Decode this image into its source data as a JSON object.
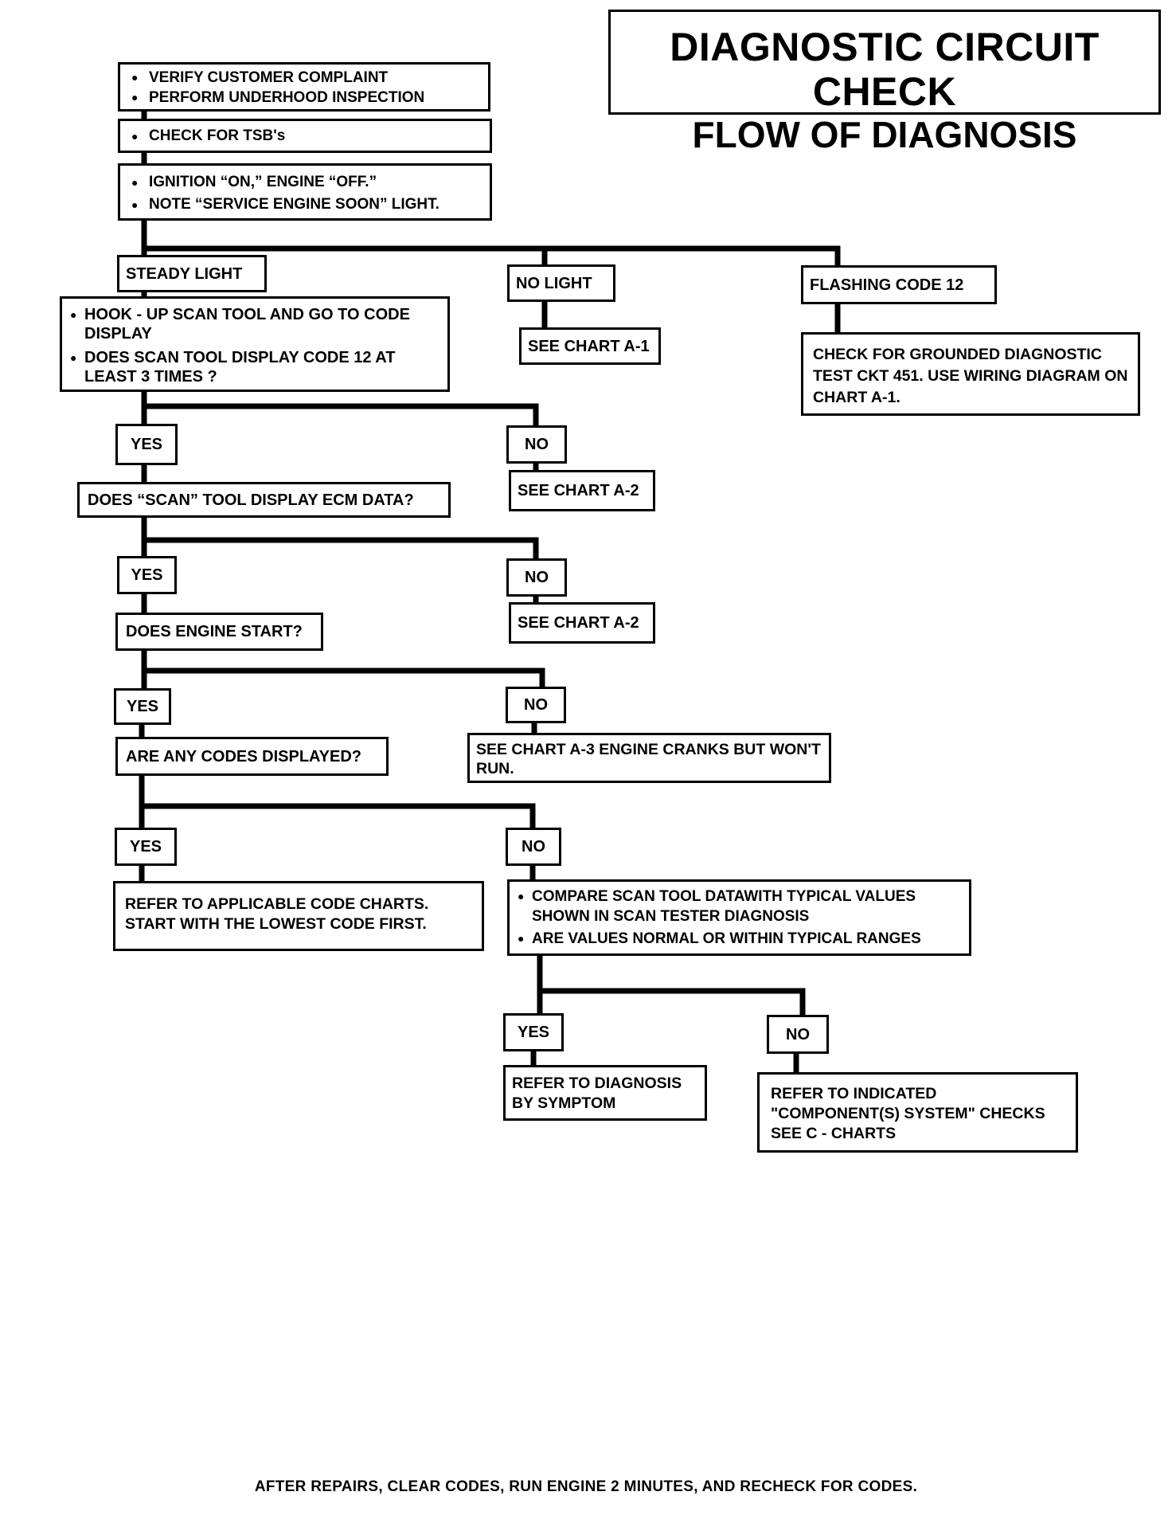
{
  "title": {
    "line1": "DIAGNOSTIC CIRCUIT CHECK",
    "line2": "FLOW OF DIAGNOSIS"
  },
  "steps": {
    "verify": [
      "VERIFY CUSTOMER COMPLAINT",
      "PERFORM UNDERHOOD INSPECTION"
    ],
    "tsb": "CHECK FOR TSB's",
    "ignition": [
      "IGNITION “ON,” ENGINE  “OFF.”",
      "NOTE “SERVICE ENGINE SOON” LIGHT."
    ],
    "steady_light": "STEADY LIGHT",
    "no_light": "NO LIGHT",
    "flashing_code": "FLASHING CODE 12",
    "hookup": [
      "HOOK - UP SCAN TOOL AND GO TO CODE DISPLAY",
      "DOES SCAN TOOL DISPLAY CODE 12  AT LEAST 3 TIMES ?"
    ],
    "see_chart_a1": "SEE CHART A-1",
    "check_grounded": "CHECK FOR GROUNDED DIAGNOSTIC TEST CKT 451.  USE WIRING DIAGRAM ON CHART A-1.",
    "scan_data_q": "DOES “SCAN” TOOL DISPLAY ECM DATA?",
    "see_chart_a2_1": "SEE CHART A-2",
    "engine_start_q": "DOES ENGINE START?",
    "see_chart_a2_2": "SEE CHART A-2",
    "codes_q": "ARE ANY CODES DISPLAYED?",
    "see_chart_a3": "SEE CHART A-3 ENGINE CRANKS BUT WON'T RUN.",
    "refer_code_charts": [
      "REFER TO APPLICABLE CODE CHARTS.",
      "START WITH THE LOWEST CODE FIRST."
    ],
    "compare": [
      "COMPARE SCAN TOOL DATAWITH TYPICAL VALUES SHOWN IN SCAN TESTER DIAGNOSIS",
      "ARE VALUES NORMAL OR WITHIN TYPICAL RANGES"
    ],
    "refer_symptom": "REFER TO DIAGNOSIS BY SYMPTOM",
    "refer_component": [
      "REFER TO INDICATED",
      "\"COMPONENT(S) SYSTEM\" CHECKS",
      "SEE  C - CHARTS"
    ]
  },
  "branch_labels": {
    "yes": "YES",
    "no": "NO"
  },
  "footer": "AFTER REPAIRS, CLEAR CODES, RUN ENGINE 2 MINUTES, AND RECHECK FOR CODES."
}
